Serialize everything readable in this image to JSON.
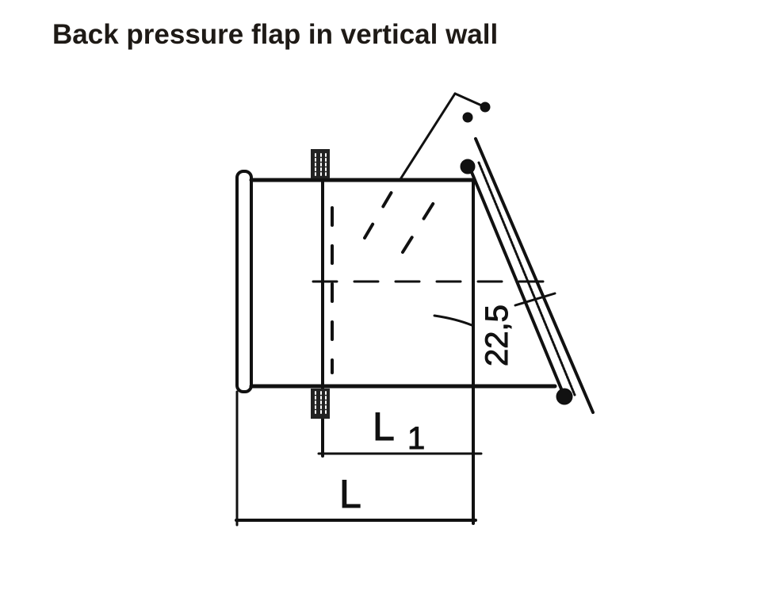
{
  "title": "Back pressure flap in vertical wall",
  "labels": {
    "L": "L",
    "L1_main": "L",
    "L1_sub": "1",
    "angle": "22,5"
  }
}
